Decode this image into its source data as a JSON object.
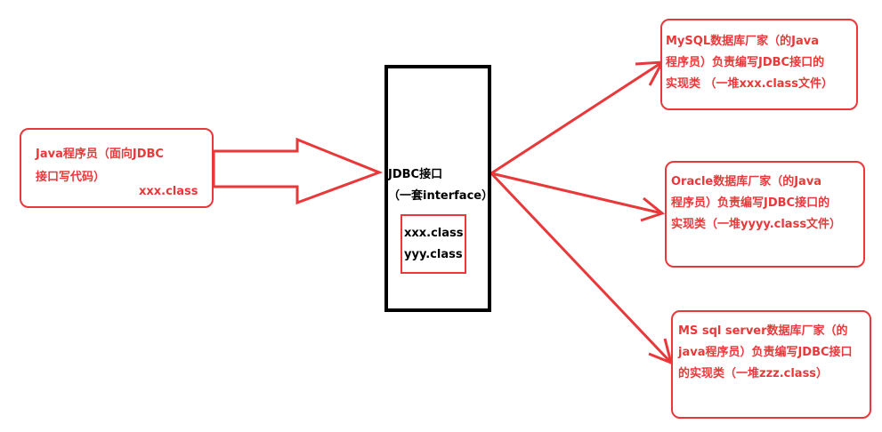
{
  "colors": {
    "red": "#e8383a",
    "black": "#000000",
    "background": "#ffffff"
  },
  "programmer": {
    "line1": "Java程序员（面向JDBC",
    "line2": "接口写代码）",
    "class_name": "xxx.class"
  },
  "jdbc": {
    "title": "JDBC接口",
    "subtitle": "（一套interface）",
    "classes": [
      "xxx.class",
      "yyy.class"
    ]
  },
  "vendors": [
    {
      "lines": [
        "MySQL数据库厂家（的Java",
        "程序员）负责编写JDBC接口的",
        "实现类  （一堆xxx.class文件）"
      ]
    },
    {
      "lines": [
        "Oracle数据库厂家（的Java",
        "程序员）负责编写JDBC接口的",
        "实现类（一堆yyyy.class文件）"
      ]
    },
    {
      "lines": [
        "MS sql server数据库厂家（的",
        "java程序员）负责编写JDBC接口",
        "的实现类（一堆zzz.class）"
      ]
    }
  ]
}
